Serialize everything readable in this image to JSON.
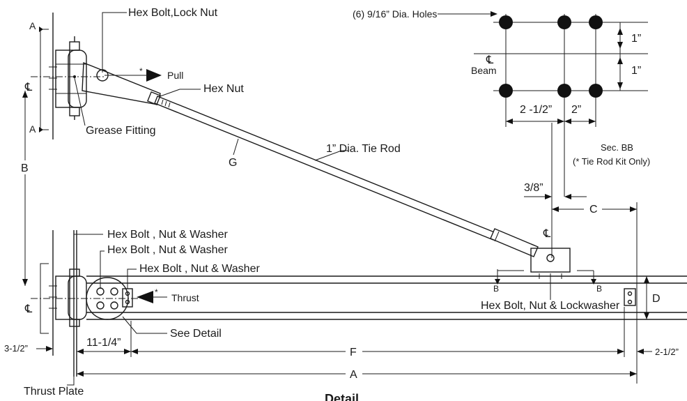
{
  "labels": {
    "hex_bolt_lock_nut": "Hex Bolt,Lock Nut",
    "pull": "Pull",
    "pull_star": "*",
    "hex_nut": "Hex Nut",
    "grease_fitting": "Grease Fitting",
    "section_a": "A",
    "dim_b": "B",
    "tie_rod_g": "G",
    "tie_rod": "1” Dia. Tie Rod",
    "holes": "(6) 9/16” Dia. Holes",
    "beam": "Beam",
    "hole_spacing_vert_1": "1”",
    "hole_spacing_vert_2": "1”",
    "hole_spacing_h1": "2 -1/2”",
    "hole_spacing_h2": "2”",
    "sec_bb": "Sec. BB",
    "tie_rod_kit": "(* Tie Rod Kit Only)",
    "dim_3_8": "3/8”",
    "dim_c": "C",
    "hex_bolt_nut_washer_1": "Hex Bolt , Nut & Washer",
    "hex_bolt_nut_washer_2": "Hex Bolt , Nut & Washer",
    "hex_bolt_nut_washer_3": "Hex Bolt , Nut & Washer",
    "thrust": "Thrust",
    "thrust_star": "*",
    "section_b_left": "B",
    "section_b_right": "B",
    "hex_bolt_nut_lockwasher": "Hex Bolt, Nut & Lockwasher",
    "dim_d": "D",
    "see_detail": "See Detail",
    "dim_3_1_2": "3-1/2”",
    "dim_11_1_4": "11-1/4”",
    "dim_f": "F",
    "dim_2_1_2": "2-1/2”",
    "dim_a": "A",
    "thrust_plate": "Thrust Plate",
    "detail": "Detail",
    "centerline_symbol": "℄"
  }
}
